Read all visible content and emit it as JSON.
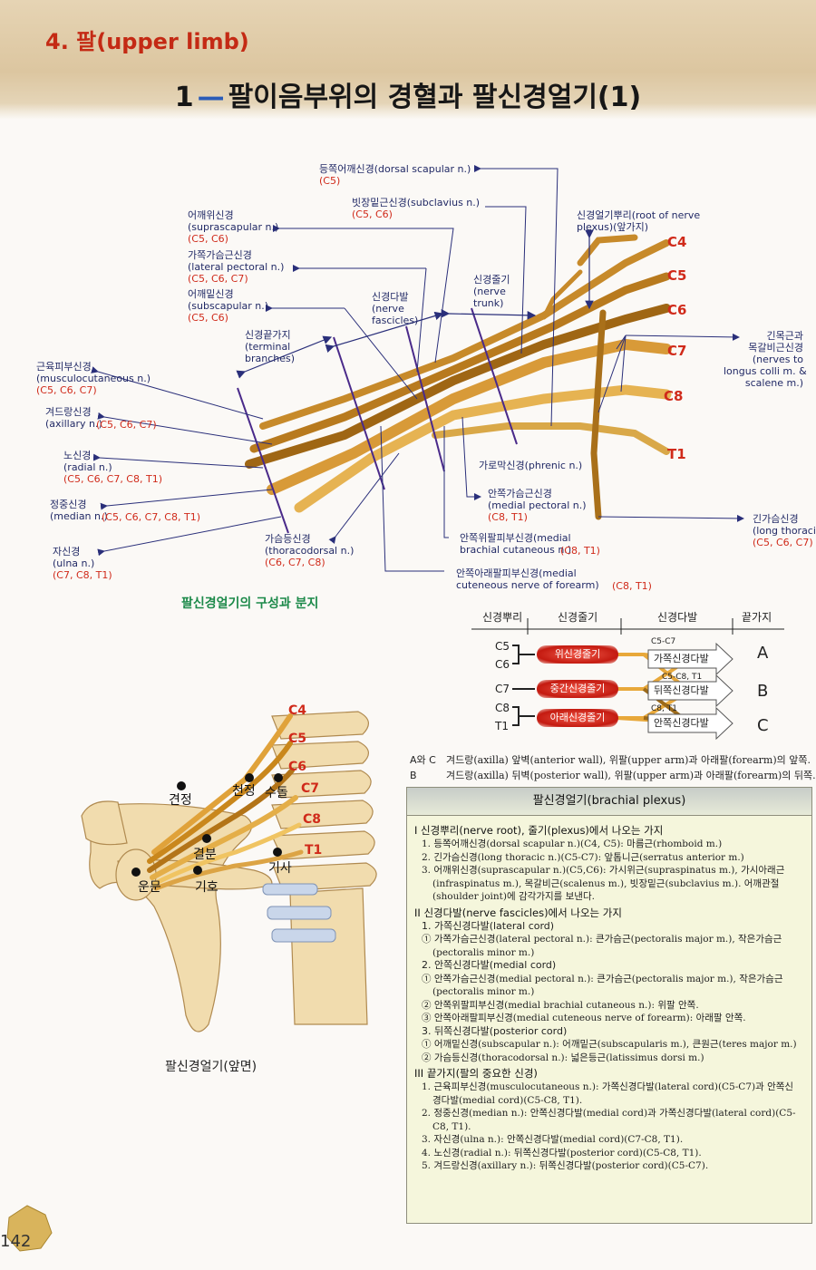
{
  "header": {
    "chapter": "4. 팔(upper limb)",
    "title_num": "1",
    "title_dash": "—",
    "title_text": "팔이음부위의 경혈과 팔신경얼기(1)"
  },
  "top_labels": [
    {
      "id": "dorsal",
      "name": "등쪽어깨신경(dorsal scapular n.)",
      "roots": "(C5)"
    },
    {
      "id": "subclavius",
      "name": "빗장밑근신경(subclavius n.)",
      "roots": "(C5, C6)"
    },
    {
      "id": "suprascap",
      "name": "어깨위신경\n(suprascapular n.)",
      "roots": "(C5, C6)"
    },
    {
      "id": "latpect",
      "name": "가쪽가슴근신경\n(lateral pectoral n.)",
      "roots": "(C5, C6, C7)"
    },
    {
      "id": "subscap",
      "name": "어깨밑신경\n(subscapular n.)",
      "roots": "(C5, C6)"
    },
    {
      "id": "rootnerve",
      "name": "신경얼기뿌리(root of nerve\nplexus)(앞가지)",
      "roots": ""
    },
    {
      "id": "trunk",
      "name": "신경줄기\n(nerve\ntrunk)",
      "roots": ""
    },
    {
      "id": "fascicles",
      "name": "신경다발\n(nerve\nfascicles)",
      "roots": ""
    },
    {
      "id": "terminal",
      "name": "신경끝가지\n(terminal\nbranches)",
      "roots": ""
    },
    {
      "id": "longus",
      "name": "긴목근과\n목갈비근신경\n(nerves to\nlongus colli m. &\nscalene m.)",
      "roots": ""
    }
  ],
  "left_labels": [
    {
      "id": "musculo",
      "name": "근육피부신경\n(musculocutaneous n.)",
      "roots": "(C5, C6, C7)"
    },
    {
      "id": "axillary",
      "name": "겨드랑신경\n(axillary n.)",
      "roots": "(C5, C6, C7)"
    },
    {
      "id": "radial",
      "name": "노신경\n(radial n.)",
      "roots": "(C5, C6, C7, C8, T1)"
    },
    {
      "id": "median",
      "name": "정중신경\n(median n.)",
      "roots": "(C5, C6, C7, C8, T1)"
    },
    {
      "id": "ulna",
      "name": "자신경\n(ulna n.)",
      "roots": "(C7, C8, T1)"
    }
  ],
  "bottom_labels": [
    {
      "id": "phrenic",
      "name": "가로막신경(phrenic n.)",
      "roots": ""
    },
    {
      "id": "medpect",
      "name": "안쪽가슴근신경\n(medial pectoral n.)",
      "roots": "(C8, T1)"
    },
    {
      "id": "longthor",
      "name": "긴가슴신경\n(long thoracic n.)",
      "roots": "(C5, C6, C7)"
    },
    {
      "id": "thoracod",
      "name": "가슴등신경\n(thoracodorsal n.)",
      "roots": "(C6, C7, C8)"
    },
    {
      "id": "medbrach",
      "name": "안쪽위팔피부신경(medial\nbrachial cutaneous n.)",
      "roots": "(C8, T1)"
    },
    {
      "id": "medfore",
      "name": "안쪽아래팔피부신경(medial\ncuteneous nerve of forearm)",
      "roots": "(C8, T1)"
    }
  ],
  "roots": [
    "C4",
    "C5",
    "C6",
    "C7",
    "C8",
    "T1"
  ],
  "caption_plexus": "팔신경얼기의 구성과 분지",
  "schema": {
    "headers": [
      "신경뿌리",
      "신경줄기",
      "신경다발",
      "끝가지"
    ],
    "roots": [
      "C5",
      "C6",
      "C7",
      "C8",
      "T1"
    ],
    "trunks": [
      "위신경줄기",
      "중간신경줄기",
      "아래신경줄기"
    ],
    "cords": [
      "가쪽신경다발",
      "뒤쪽신경다발",
      "안쪽신경다발"
    ],
    "cord_roots": [
      "C5-C7",
      "C5-C8, T1",
      "C8, T1"
    ],
    "ends": [
      "A",
      "B",
      "C"
    ]
  },
  "notes": [
    {
      "k": "A와 C",
      "v": "겨드랑(axilla) 앞벽(anterior wall), 위팔(upper arm)과 아래팔(forearm)의 앞쪽."
    },
    {
      "k": "B",
      "v": "겨드랑(axilla) 뒤벽(posterior wall), 위팔(upper arm)과 아래팔(forearm)의 뒤쪽."
    }
  ],
  "skeleton": {
    "points": [
      "견정",
      "천정",
      "수돌",
      "결분",
      "기사",
      "운문",
      "기호"
    ],
    "roots": [
      "C4",
      "C5",
      "C6",
      "C7",
      "C8",
      "T1"
    ],
    "caption": "팔신경얼기(앞면)"
  },
  "panel": {
    "title": "팔신경얼기(brachial plexus)",
    "s1": "I 신경뿌리(nerve root), 줄기(plexus)에서 나오는 가지",
    "s1_items": [
      "1. 등쪽어깨신경(dorsal scapular n.)(C4, C5): 마름근(rhomboid m.)",
      "2. 긴가슴신경(long thoracic n.)(C5-C7): 앞톱니근(serratus anterior m.)",
      "3. 어깨위신경(suprascapular n.)(C5,C6): 가시위근(supraspinatus m.), 가시아래근",
      "(infraspinatus m.), 목갈비근(scalenus m.), 빗장밑근(subclavius m.). 어깨관절",
      "(shoulder joint)에 감각가지를 보낸다."
    ],
    "s2": "II 신경다발(nerve fascicles)에서 나오는 가지",
    "s2_h1": "1. 가쪽신경다발(lateral cord)",
    "s2_h1_items": [
      "① 가쪽가슴근신경(lateral pectoral n.): 큰가슴근(pectoralis major m.), 작은가슴근",
      "(pectoralis minor m.)"
    ],
    "s2_h2": "2. 안쪽신경다발(medial cord)",
    "s2_h2_items": [
      "① 안쪽가슴근신경(medial pectoral n.): 큰가슴근(pectoralis major m.), 작은가슴근",
      "(pectoralis minor m.)",
      "② 안쪽위팔피부신경(medial brachial cutaneous n.): 위팔 안쪽.",
      "③ 안쪽아래팔피부신경(medial cuteneous nerve of forearm): 아래팔 안쪽."
    ],
    "s2_h3": "3. 뒤쪽신경다발(posterior cord)",
    "s2_h3_items": [
      "① 어깨밑신경(subscapular n.): 어깨밑근(subscapularis m.), 큰원근(teres major m.)",
      "② 가슴등신경(thoracodorsal n.): 넓은등근(latissimus dorsi m.)"
    ],
    "s3": "III 끝가지(팔의 중요한 신경)",
    "s3_items": [
      "1. 근육피부신경(musculocutaneous n.): 가쪽신경다발(lateral cord)(C5-C7)과 안쪽신",
      "경다발(medial cord)(C5-C8, T1).",
      "2. 정중신경(median n.): 안쪽신경다발(medial cord)과 가쪽신경다발(lateral cord)(C5-",
      "C8, T1).",
      "3. 자신경(ulna n.): 안쪽신경다발(medial cord)(C7-C8, T1).",
      "4. 노신경(radial n.): 뒤쪽신경다발(posterior cord)(C5-C8, T1).",
      "5. 겨드랑신경(axillary n.): 뒤쪽신경다발(posterior cord)(C5-C7)."
    ]
  },
  "page_number": "142"
}
